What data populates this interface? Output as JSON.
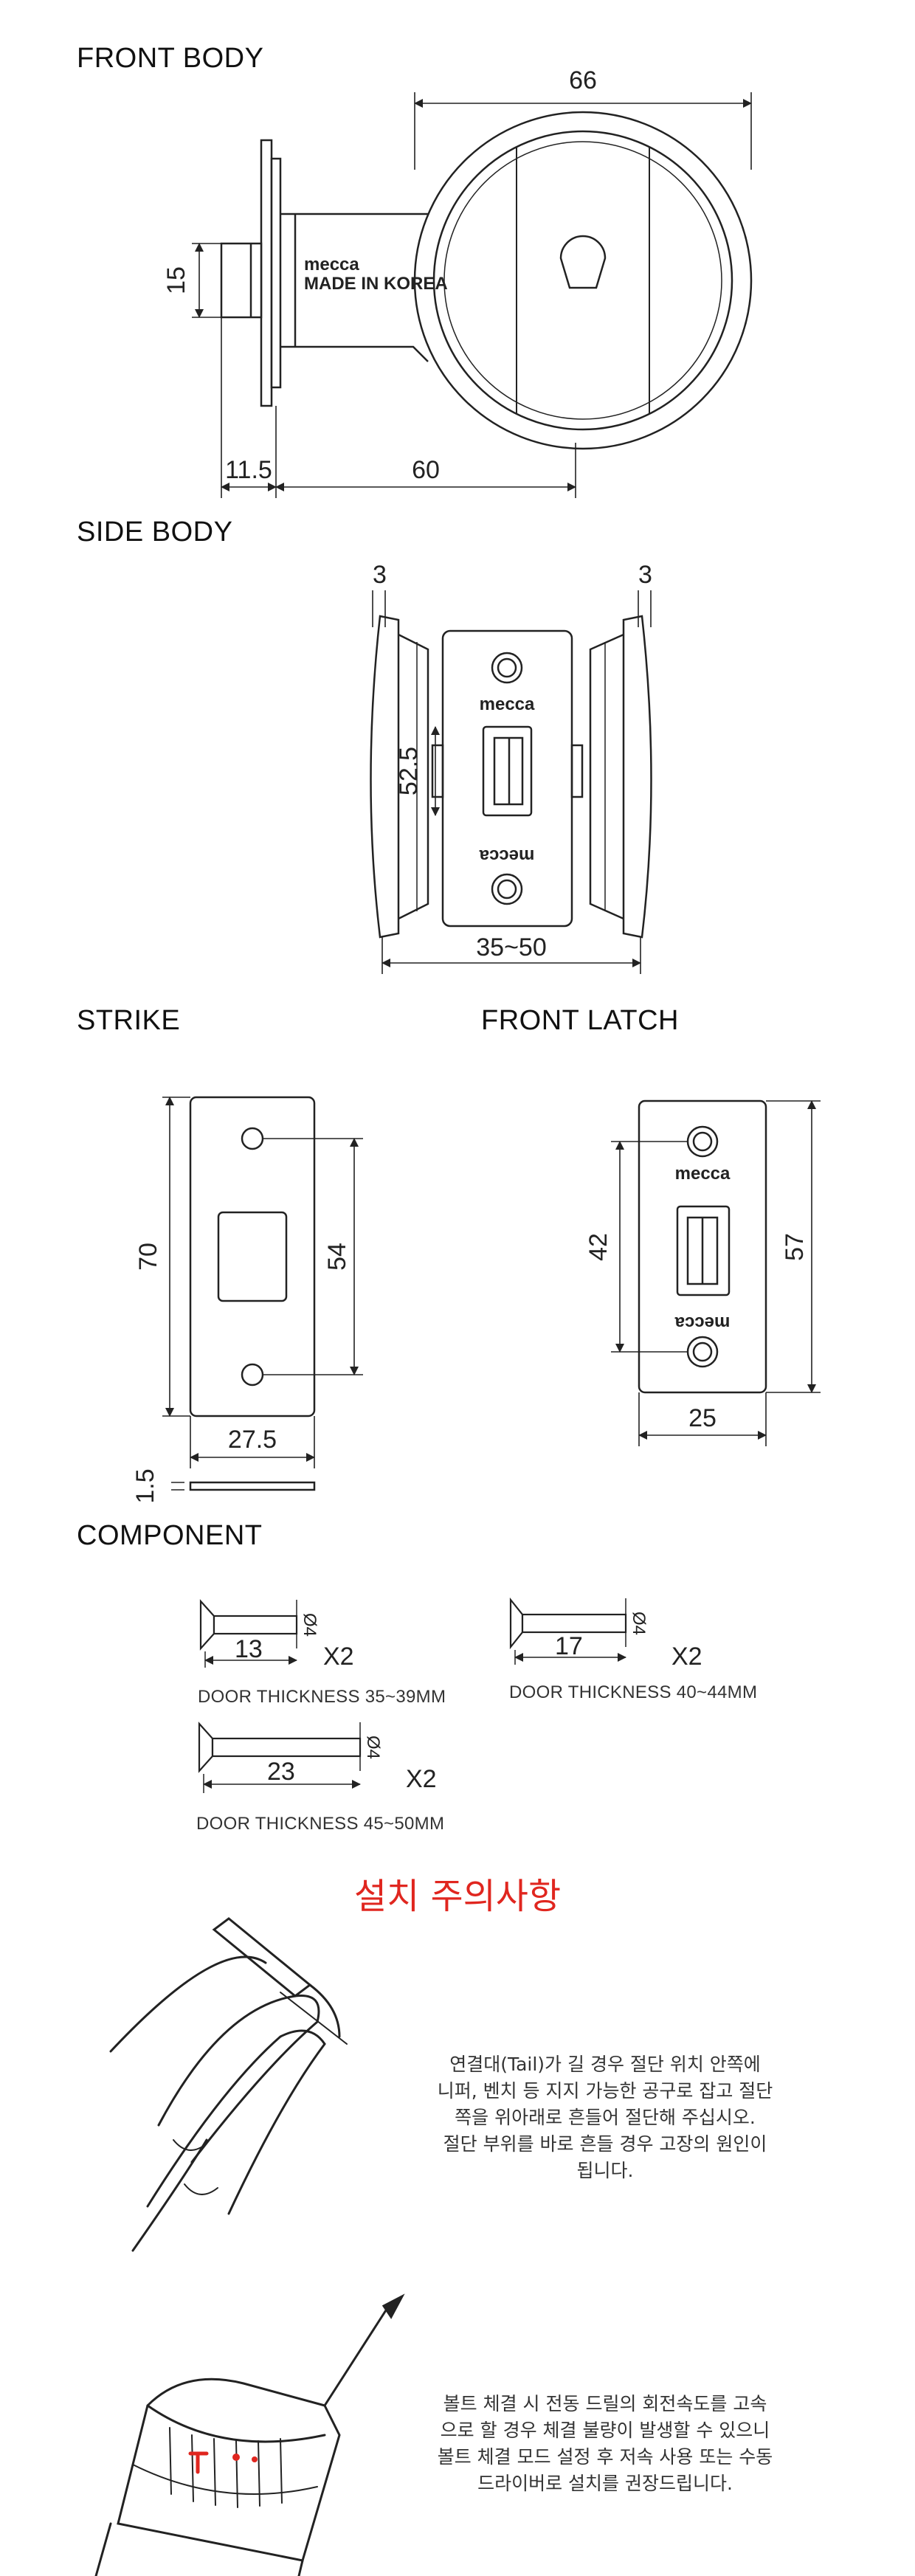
{
  "sections": {
    "front_body": "FRONT BODY",
    "side_body": "SIDE BODY",
    "strike": "STRIKE",
    "front_latch": "FRONT LATCH",
    "component": "COMPONENT"
  },
  "front_body": {
    "brand": "mecca",
    "made_in": "MADE IN KOREA",
    "dims": {
      "width": "66",
      "height": "15",
      "offset": "11.5",
      "length": "60"
    }
  },
  "side_body": {
    "brand": "mecca",
    "dims": {
      "left_thick": "3",
      "right_thick": "3",
      "height": "52.5",
      "range": "35~50"
    }
  },
  "strike": {
    "dims": {
      "height": "70",
      "hole_spacing": "54",
      "width": "27.5",
      "thickness": "1.5"
    }
  },
  "front_latch": {
    "brand": "mecca",
    "dims": {
      "hole_spacing": "42",
      "height": "57",
      "width": "25"
    }
  },
  "components": [
    {
      "length": "13",
      "diameter": "Ø4",
      "qty": "X2",
      "caption": "DOOR THICKNESS 35~39MM"
    },
    {
      "length": "17",
      "diameter": "Ø4",
      "qty": "X2",
      "caption": "DOOR THICKNESS 40~44MM"
    },
    {
      "length": "23",
      "diameter": "Ø4",
      "qty": "X2",
      "caption": "DOOR THICKNESS 45~50MM"
    }
  ],
  "notes": {
    "title": "설치 주의사항",
    "note1": [
      "연결대(Tail)가 길 경우 절단 위치 안쪽에",
      "니퍼, 벤치 등 지지 가능한 공구로 잡고 절단",
      "쪽을 위아래로 흔들어 절단해 주십시오.",
      "절단 부위를 바로 흔들 경우 고장의 원인이",
      "됩니다."
    ],
    "note2": [
      "볼트 체결 시 전동 드릴의 회전속도를 고속",
      "으로 할 경우 체결 불량이 발생할 수 있으니",
      "볼트 체결 모드 설정 후 저속 사용 또는 수동",
      "드라이버로 설치를 권장드립니다."
    ]
  },
  "colors": {
    "line": "#222222",
    "accent": "#e0261f"
  }
}
